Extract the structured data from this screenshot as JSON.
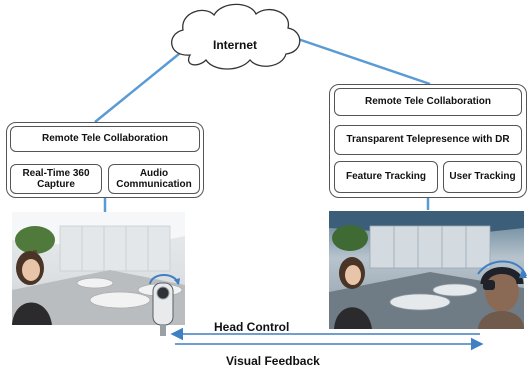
{
  "cloud": {
    "label": "Internet"
  },
  "left_site": {
    "header": "Remote Tele Collaboration",
    "module_1": "Real-Time 360\nCapture",
    "module_2": "Audio\nCommunication"
  },
  "right_site": {
    "header": "Remote Tele Collaboration",
    "module_main": "Transparent Telepresence with DR",
    "module_1": "Feature Tracking",
    "module_2": "User Tracking"
  },
  "flows": {
    "head_control": "Head Control",
    "visual_feedback": "Visual Feedback"
  },
  "colors": {
    "link_line": "#5b9bd5",
    "arrow": "#3f7fc4",
    "box_border": "#555555"
  },
  "icons": [
    "cloud-icon",
    "360-camera-icon",
    "hmd-headset-icon"
  ]
}
